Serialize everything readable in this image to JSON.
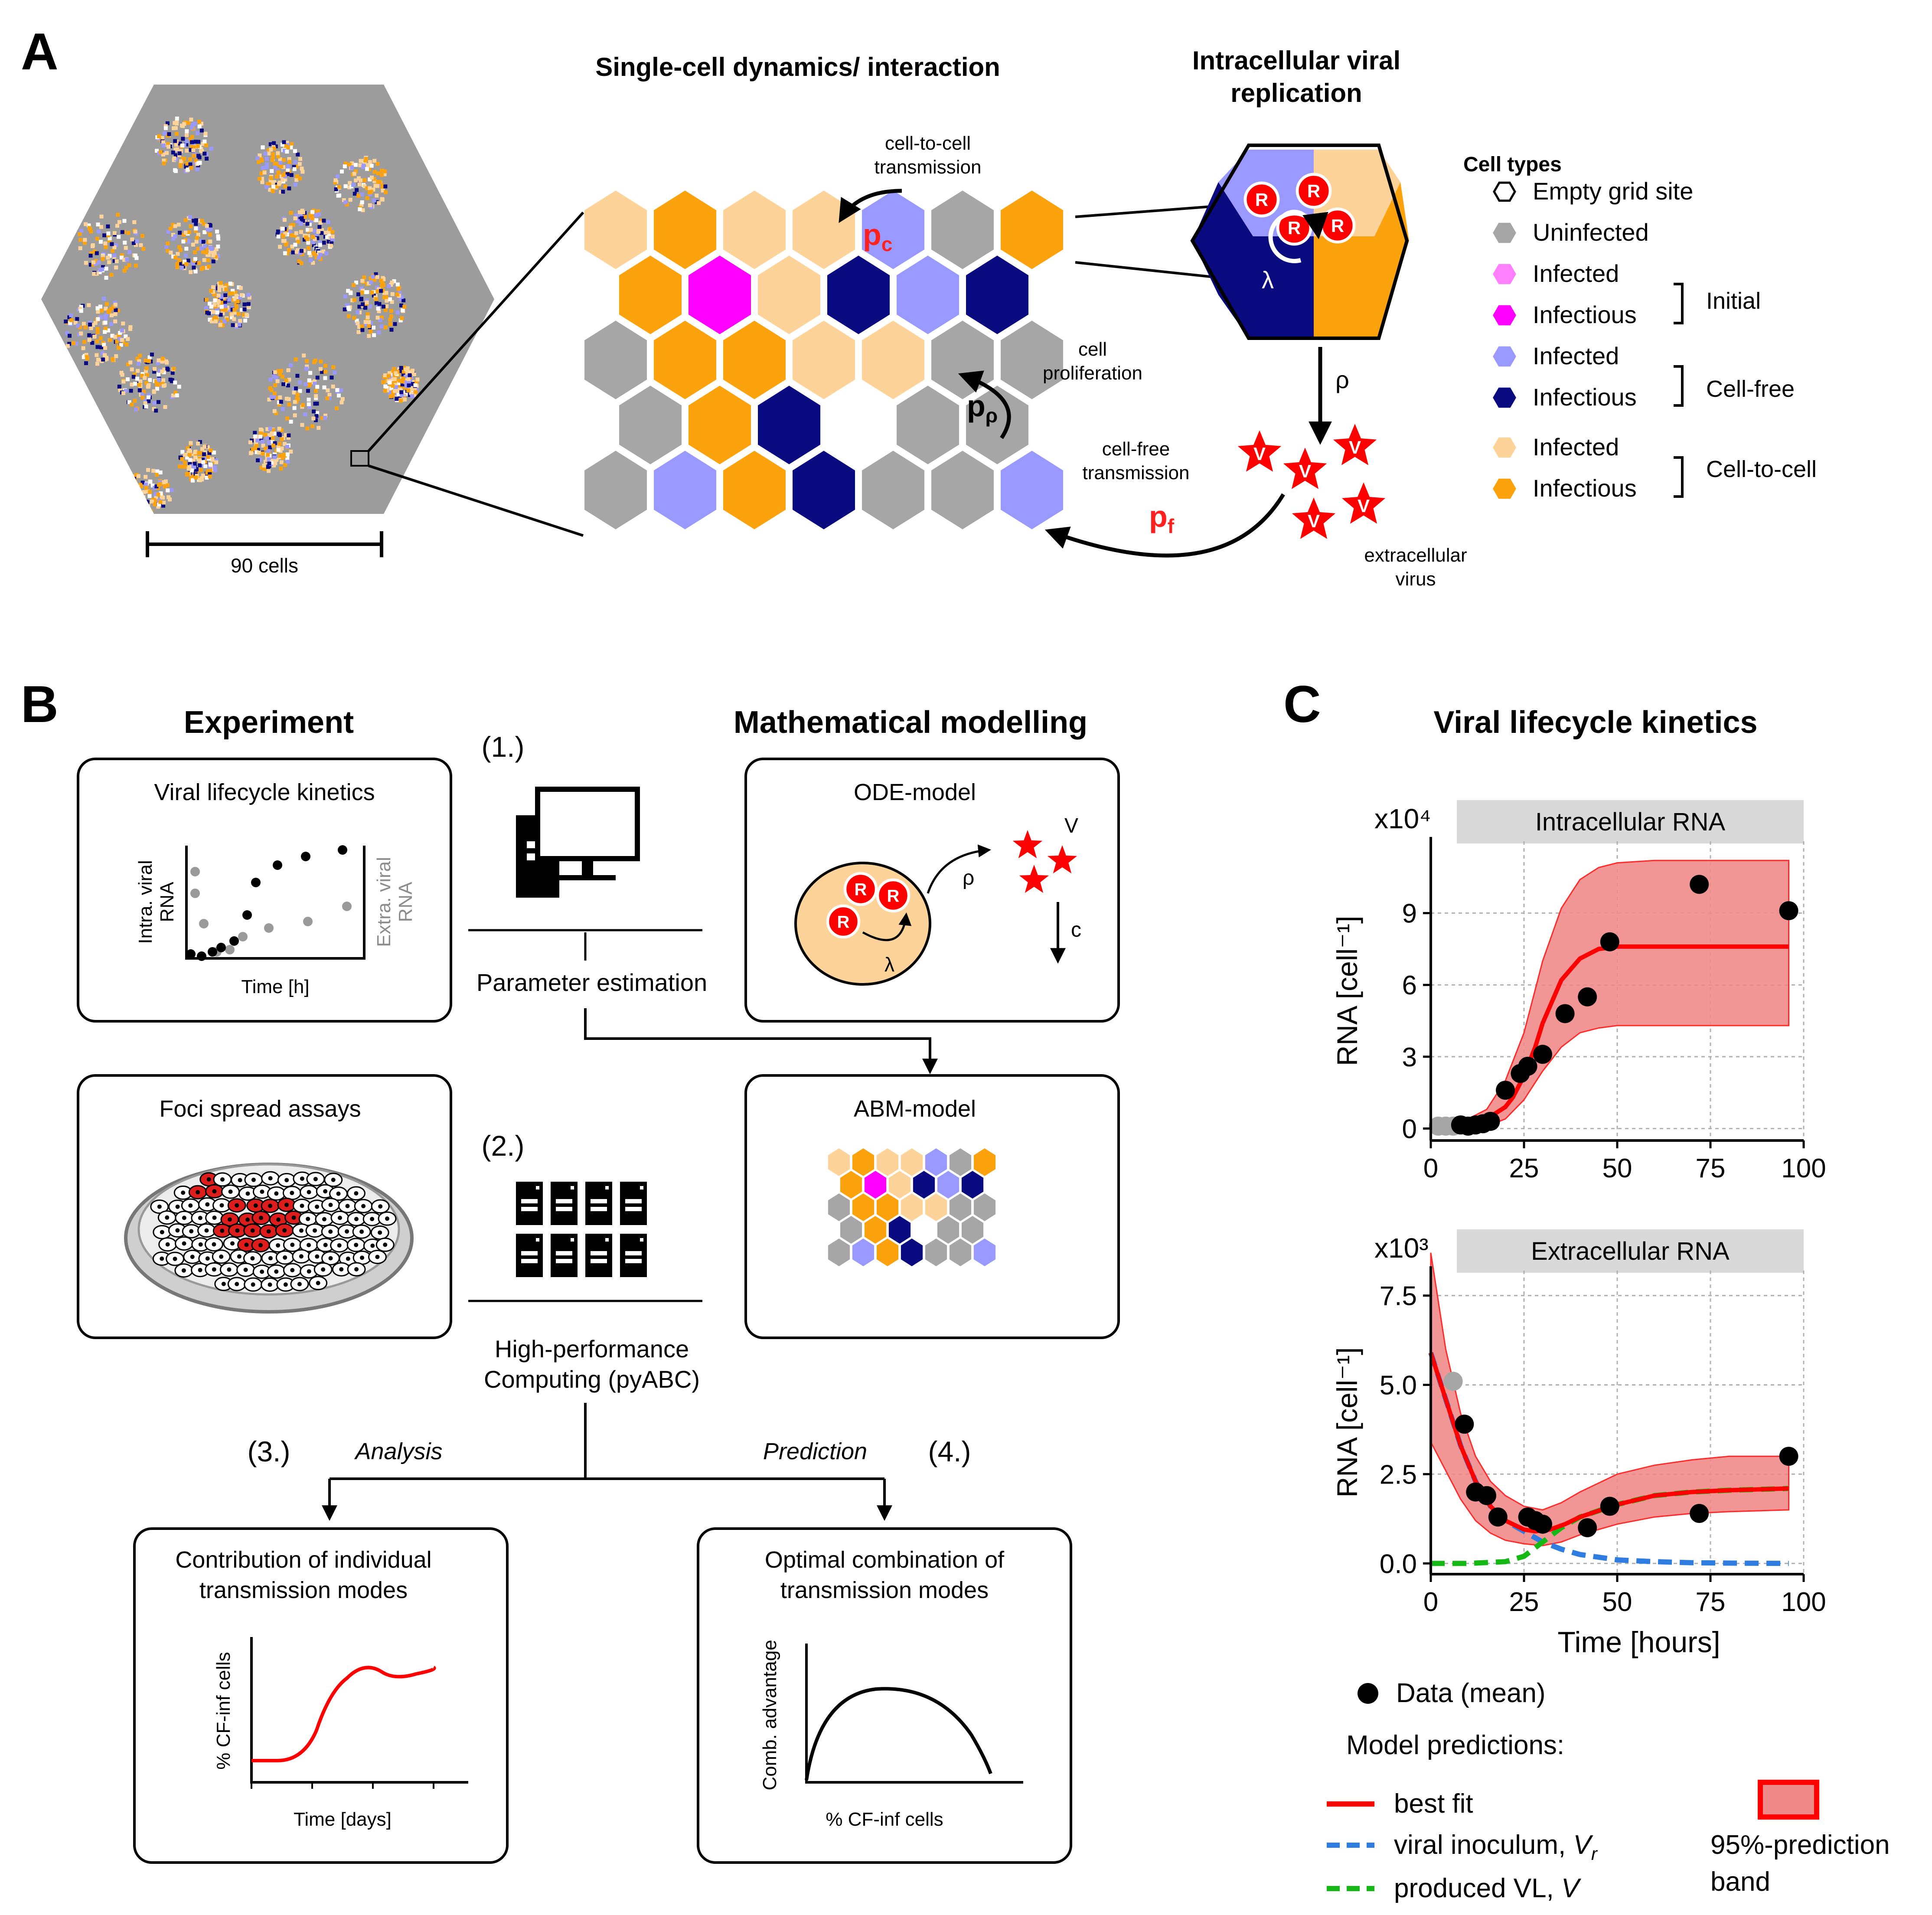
{
  "panel_a": {
    "letter": "A",
    "scale_label": "90 cells",
    "title_dynamics": "Single-cell dynamics/ interaction",
    "title_intracellular_line1": "Intracellular viral",
    "title_intracellular_line2": "replication",
    "cell_to_cell_line1": "cell-to-cell",
    "cell_to_cell_line2": "transmission",
    "cell_prolif_line1": "cell",
    "cell_prolif_line2": "proliferation",
    "cell_free_line1": "cell-free",
    "cell_free_line2": "transmission",
    "p_c": "p",
    "p_c_sub": "c",
    "p_rho": "p",
    "p_rho_sub": "ρ",
    "p_f": "p",
    "p_f_sub": "f",
    "rho": "ρ",
    "lambda": "λ",
    "r_letter": "R",
    "v_letter": "V",
    "extracellular_line1": "extracellular",
    "extracellular_line2": "virus",
    "legend": {
      "title": "Cell types",
      "items": [
        {
          "label": "Empty grid site",
          "color": "#ffffff"
        },
        {
          "label": "Uninfected",
          "color": "#a6a6a6"
        },
        {
          "label": "Infected",
          "color": "#ff80ff"
        },
        {
          "label": "Infectious",
          "color": "#ff00ff"
        },
        {
          "label": "Infected",
          "color": "#9999ff"
        },
        {
          "label": "Infectious",
          "color": "#0a0a80"
        },
        {
          "label": "Infected",
          "color": "#fdd39a"
        },
        {
          "label": "Infectious",
          "color": "#fca20d"
        }
      ],
      "groups": [
        "Initial",
        "Cell-free",
        "Cell-to-cell"
      ]
    }
  },
  "panel_b": {
    "letter": "B",
    "experiment_title": "Experiment",
    "modelling_title": "Mathematical modelling",
    "step1": "(1.)",
    "step2": "(2.)",
    "step3": "(3.)",
    "step4": "(4.)",
    "box_kinetics_title": "Viral lifecycle kinetics",
    "kin_y_left_line1": "Intra. viral",
    "kin_y_left_line2": "RNA",
    "kin_y_right_line1": "Extra. viral",
    "kin_y_right_line2": "RNA",
    "kin_x": "Time [h]",
    "param_estimation": "Parameter estimation",
    "box_ode_title": "ODE-model",
    "ode_v": "V",
    "ode_rho": "ρ",
    "ode_lambda": "λ",
    "ode_c": "c",
    "box_foci_title": "Foci spread assays",
    "box_abm_title": "ABM-model",
    "hpc_line1": "High-performance",
    "hpc_line2": "Computing (pyABC)",
    "analysis": "Analysis",
    "prediction": "Prediction",
    "box_contrib_line1": "Contribution of individual",
    "box_contrib_line2": "transmission modes",
    "contrib_y": "% CF-inf cells",
    "contrib_x": "Time [days]",
    "box_optimal_line1": "Optimal combination of",
    "box_optimal_line2": "transmission modes",
    "optimal_y": "Comb. advantage",
    "optimal_x": "% CF-inf cells"
  },
  "panel_c": {
    "letter": "C",
    "title": "Viral lifecycle kinetics",
    "xlabel": "Time [hours]",
    "legend_data": "Data (mean)",
    "legend_model": "Model predictions:",
    "legend_best": "best fit",
    "legend_inoculum": "viral inoculum, ",
    "legend_inoculum_var": "V",
    "legend_inoculum_sub": "r",
    "legend_produced": "produced VL, ",
    "legend_produced_var": "V",
    "legend_band_line1": "95%-prediction",
    "legend_band_line2": "band"
  },
  "chart_data": [
    {
      "type": "line",
      "title": "Intracellular RNA",
      "multiplier": "x10⁴",
      "ylabel": "RNA [cell⁻¹]",
      "xlabel": "",
      "xlim": [
        0,
        100
      ],
      "ylim": [
        -0.5,
        12
      ],
      "xticks": [
        0,
        25,
        50,
        75,
        100
      ],
      "yticks": [
        0,
        3,
        6,
        9
      ],
      "grid": true,
      "series": [
        {
          "name": "best fit",
          "color": "#ff0000",
          "x": [
            0,
            5,
            10,
            15,
            20,
            22,
            25,
            28,
            30,
            35,
            40,
            45,
            50,
            60,
            70,
            80,
            90,
            96
          ],
          "y": [
            0.05,
            0.1,
            0.2,
            0.4,
            0.9,
            1.3,
            2.2,
            3.4,
            4.4,
            6.2,
            7.1,
            7.5,
            7.6,
            7.6,
            7.6,
            7.6,
            7.6,
            7.6
          ]
        }
      ],
      "band": {
        "x": [
          0,
          10,
          15,
          20,
          25,
          30,
          35,
          40,
          45,
          50,
          60,
          70,
          96
        ],
        "lower": [
          0,
          0.05,
          0.1,
          0.4,
          1.2,
          2.4,
          3.4,
          4.0,
          4.2,
          4.3,
          4.3,
          4.3,
          4.3
        ],
        "upper": [
          0.2,
          0.4,
          0.8,
          2.0,
          4.0,
          7.0,
          9.2,
          10.4,
          10.9,
          11.1,
          11.2,
          11.2,
          11.2
        ]
      },
      "data_points": [
        {
          "x": 2,
          "y": 0.1,
          "color": "#a6a6a6"
        },
        {
          "x": 4,
          "y": 0.1,
          "color": "#a6a6a6"
        },
        {
          "x": 6,
          "y": 0.1,
          "color": "#a6a6a6"
        },
        {
          "x": 8,
          "y": 0.15,
          "color": "#000000"
        },
        {
          "x": 10,
          "y": 0.1,
          "color": "#000000"
        },
        {
          "x": 12,
          "y": 0.15,
          "color": "#000000"
        },
        {
          "x": 14,
          "y": 0.2,
          "color": "#000000"
        },
        {
          "x": 16,
          "y": 0.3,
          "color": "#000000"
        },
        {
          "x": 20,
          "y": 1.6,
          "color": "#000000"
        },
        {
          "x": 24,
          "y": 2.3,
          "color": "#000000"
        },
        {
          "x": 26,
          "y": 2.6,
          "color": "#000000"
        },
        {
          "x": 30,
          "y": 3.1,
          "color": "#000000"
        },
        {
          "x": 36,
          "y": 4.8,
          "color": "#000000"
        },
        {
          "x": 42,
          "y": 5.5,
          "color": "#000000"
        },
        {
          "x": 48,
          "y": 7.8,
          "color": "#000000"
        },
        {
          "x": 72,
          "y": 10.2,
          "color": "#000000"
        },
        {
          "x": 96,
          "y": 9.1,
          "color": "#000000"
        }
      ]
    },
    {
      "type": "line",
      "title": "Extracellular RNA",
      "multiplier": "x10³",
      "ylabel": "RNA [cell⁻¹]",
      "xlabel": "Time [hours]",
      "xlim": [
        0,
        100
      ],
      "ylim": [
        -0.3,
        8.2
      ],
      "xticks": [
        0,
        25,
        50,
        75,
        100
      ],
      "yticks": [
        0.0,
        2.5,
        5.0,
        7.5
      ],
      "ytick_labels": [
        "0.0",
        "2.5",
        "5.0",
        "7.5"
      ],
      "grid": true,
      "series": [
        {
          "name": "best fit",
          "color": "#ff0000",
          "x": [
            0,
            4,
            8,
            12,
            16,
            20,
            25,
            28,
            32,
            36,
            40,
            50,
            60,
            70,
            80,
            96
          ],
          "y": [
            5.9,
            4.6,
            3.3,
            2.3,
            1.6,
            1.2,
            0.95,
            0.9,
            0.95,
            1.1,
            1.3,
            1.65,
            1.9,
            2.0,
            2.05,
            2.1
          ]
        },
        {
          "name": "viral inoculum, Vr",
          "color": "#2f7de1",
          "dash": true,
          "x": [
            0,
            4,
            8,
            12,
            16,
            20,
            25,
            30,
            35,
            40,
            50,
            60,
            70,
            80,
            96
          ],
          "y": [
            5.9,
            4.6,
            3.3,
            2.3,
            1.6,
            1.2,
            0.9,
            0.6,
            0.4,
            0.25,
            0.1,
            0.05,
            0.02,
            0.01,
            0.0
          ]
        },
        {
          "name": "produced VL, V",
          "color": "#16b816",
          "dash": true,
          "x": [
            0,
            10,
            20,
            25,
            30,
            35,
            40,
            50,
            60,
            70,
            80,
            96
          ],
          "y": [
            0.0,
            0.0,
            0.05,
            0.2,
            0.6,
            1.0,
            1.3,
            1.65,
            1.9,
            2.0,
            2.05,
            2.1
          ]
        }
      ],
      "band": {
        "x": [
          0,
          4,
          8,
          12,
          16,
          20,
          25,
          30,
          35,
          40,
          50,
          60,
          70,
          80,
          96
        ],
        "lower": [
          3.4,
          2.6,
          1.8,
          1.2,
          0.85,
          0.65,
          0.55,
          0.5,
          0.6,
          0.8,
          1.1,
          1.3,
          1.4,
          1.45,
          1.5
        ],
        "upper": [
          8.7,
          6.0,
          4.2,
          3.0,
          2.3,
          1.9,
          1.6,
          1.5,
          1.7,
          2.0,
          2.5,
          2.75,
          2.9,
          3.0,
          3.0
        ]
      },
      "data_points": [
        {
          "x": 6,
          "y": 5.1,
          "color": "#a6a6a6"
        },
        {
          "x": 9,
          "y": 3.9,
          "color": "#000000"
        },
        {
          "x": 12,
          "y": 2.0,
          "color": "#000000"
        },
        {
          "x": 15,
          "y": 1.9,
          "color": "#000000"
        },
        {
          "x": 18,
          "y": 1.3,
          "color": "#000000"
        },
        {
          "x": 26,
          "y": 1.3,
          "color": "#000000"
        },
        {
          "x": 28,
          "y": 1.2,
          "color": "#000000"
        },
        {
          "x": 30,
          "y": 1.1,
          "color": "#000000"
        },
        {
          "x": 42,
          "y": 1.0,
          "color": "#000000"
        },
        {
          "x": 48,
          "y": 1.6,
          "color": "#000000"
        },
        {
          "x": 72,
          "y": 1.4,
          "color": "#000000"
        },
        {
          "x": 96,
          "y": 3.0,
          "color": "#000000"
        }
      ]
    }
  ]
}
